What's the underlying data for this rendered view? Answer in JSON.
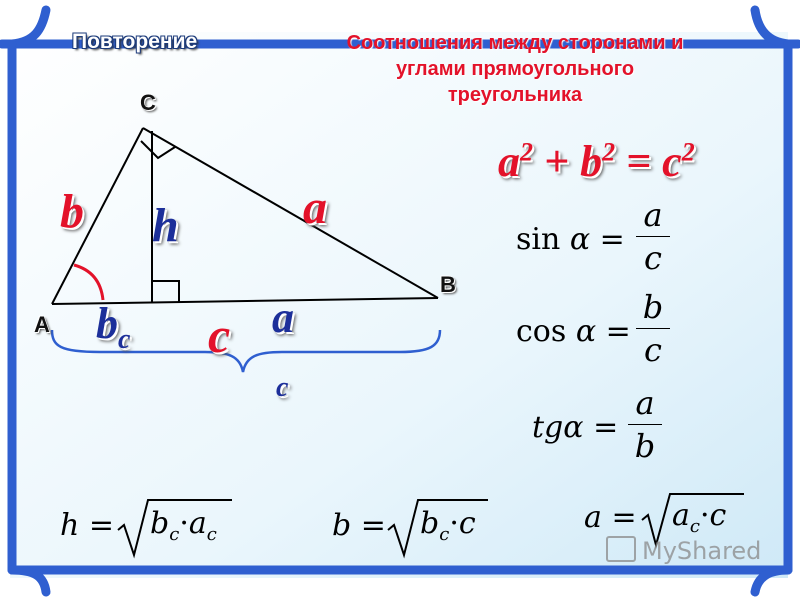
{
  "header": {
    "section_label": "Повторение",
    "title_lines": [
      "Соотношения между сторонами и",
      "углами прямоугольного",
      "треугольника"
    ]
  },
  "triangle": {
    "vertex_a": "A",
    "vertex_b": "B",
    "vertex_c": "C",
    "side_b": "b",
    "side_a": "a",
    "height_h": "h",
    "proj_b": "b",
    "proj_b_sub": "c",
    "proj_a": "a",
    "proj_a_sub": "c",
    "hyp_c": "c"
  },
  "pythagoras": {
    "lhs1": "a",
    "exp1": "2",
    "plus": " + ",
    "lhs2": "b",
    "exp2": "2",
    "eq": " = ",
    "rhs": "c",
    "exp3": "2"
  },
  "trig": {
    "sin": {
      "fn": "sin",
      "var": "α",
      "eq": "=",
      "num": "a",
      "den": "c"
    },
    "cos": {
      "fn": "cos",
      "var": "α",
      "eq": "=",
      "num": "b",
      "den": "c"
    },
    "tg": {
      "fn": "tg",
      "var": "α",
      "eq": "=",
      "num": "a",
      "den": "b"
    }
  },
  "bottom_formulas": {
    "f1": {
      "lhs": "h",
      "eq": "=",
      "t1": "b",
      "t1_sub": "c",
      "dot": "·",
      "t2": "a",
      "t2_sub": "c"
    },
    "f2": {
      "lhs": "b",
      "eq": "=",
      "t1": "b",
      "t1_sub": "c",
      "dot": "·",
      "t2": "c"
    },
    "f3": {
      "lhs": "a",
      "eq": "=",
      "t1": "a",
      "t1_sub": "c",
      "dot": "·",
      "t2": "c"
    }
  },
  "watermark": {
    "text": "MyShared"
  },
  "colors": {
    "frame_blue": "#2f5fd0",
    "background_light": "#e6f4fb",
    "accent_red": "#e3122a",
    "label_blue": "#1c2f9a"
  },
  "icons": [
    "frame-border",
    "presentation-icon"
  ]
}
